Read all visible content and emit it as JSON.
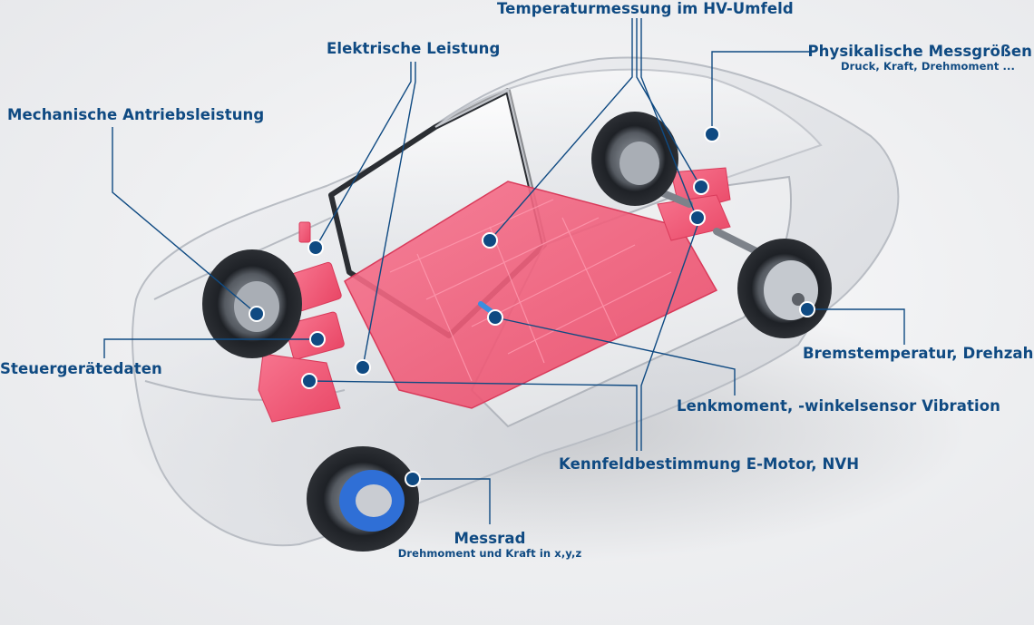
{
  "labels": {
    "temperatur": "Temperaturmessung im HV-Umfeld",
    "elektrisch": "Elektrische Leistung",
    "mechanisch": "Mechanische Antriebsleistung",
    "physikalisch_title": "Physikalische Messgrößen",
    "physikalisch_sub": "Druck, Kraft, Drehmoment ...",
    "steuergeraet": "Steuergerätedaten",
    "bremse": "Bremstemperatur, Drehzahl",
    "lenkmoment": "Lenkmoment, -winkelsensor Vibration",
    "kennfeld": "Kennfeldbestimmung E-Motor, NVH",
    "messrad_title": "Messrad",
    "messrad_sub": "Drehmoment und Kraft in x,y,z"
  },
  "colors": {
    "accent": "#0f4a82",
    "component": "#f0506e",
    "background": "#eeeff1"
  }
}
